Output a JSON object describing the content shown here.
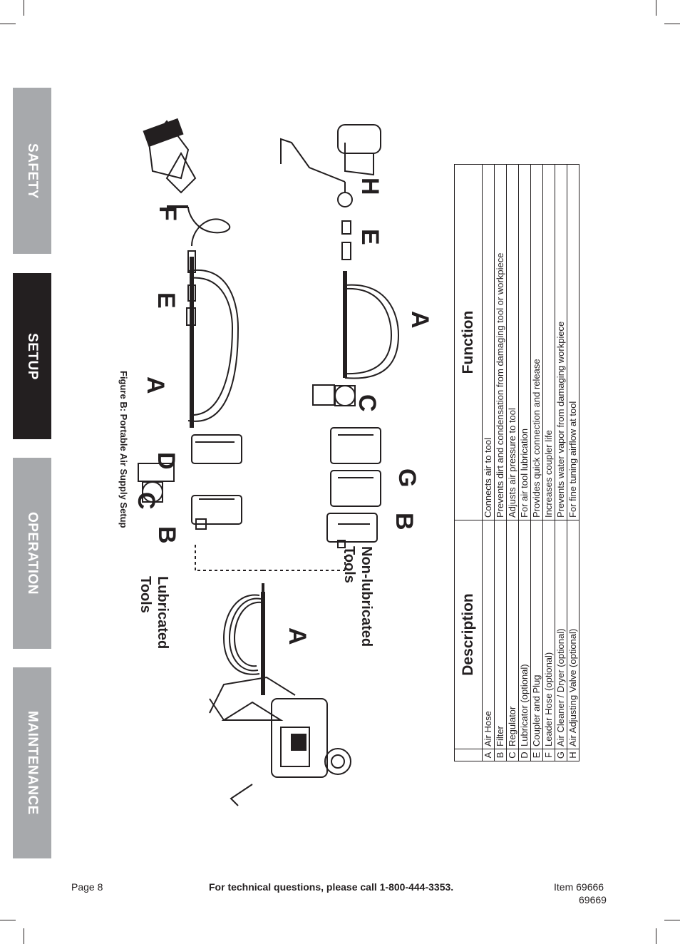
{
  "tabs": [
    "SAFETY",
    "SETUP",
    "OPERATION",
    "MAINTENANCE"
  ],
  "active_tab": "SETUP",
  "figure": {
    "title": "Figure B:  Portable Air Supply Setup",
    "lubricated_label": "Lubricated Tools",
    "nonlubricated_label": "Non-lubricated Tools",
    "letters": {
      "a1": "A",
      "a2": "A",
      "a3": "A",
      "b1": "B",
      "b2": "B",
      "c1": "C",
      "c2": "C",
      "d": "D",
      "e1": "E",
      "e2": "E",
      "f": "F",
      "g": "G",
      "h": "H"
    }
  },
  "table": {
    "header_description": "Description",
    "header_function": "Function",
    "rows": [
      {
        "letter": "A",
        "description": "Air Hose",
        "function": "Connects air to tool"
      },
      {
        "letter": "B",
        "description": "Filter",
        "function": "Prevents dirt and condensation from damaging tool or workpiece"
      },
      {
        "letter": "C",
        "description": "Regulator",
        "function": "Adjusts air pressure to tool"
      },
      {
        "letter": "D",
        "description": "Lubricator (optional)",
        "function": "For air tool lubrication"
      },
      {
        "letter": "E",
        "description": "Coupler and Plug",
        "function": "Provides quick connection and release"
      },
      {
        "letter": "F",
        "description": "Leader Hose (optional)",
        "function": "Increases coupler life"
      },
      {
        "letter": "G",
        "description": "Air Cleaner / Dryer (optional)",
        "function": "Prevents water vapor from damaging workpiece"
      },
      {
        "letter": "H",
        "description": "Air Adjusting Valve (optional)",
        "function": "For fine tuning airflow at tool"
      }
    ]
  },
  "footer": {
    "page": "Page 8",
    "tech": "For technical questions, please call 1-800-444-3353.",
    "item_line1": "Item 69666",
    "item_line2": "69669"
  },
  "colors": {
    "ink": "#231f20",
    "tab_gray": "#a7a9ac",
    "tab_active": "#231f20"
  }
}
